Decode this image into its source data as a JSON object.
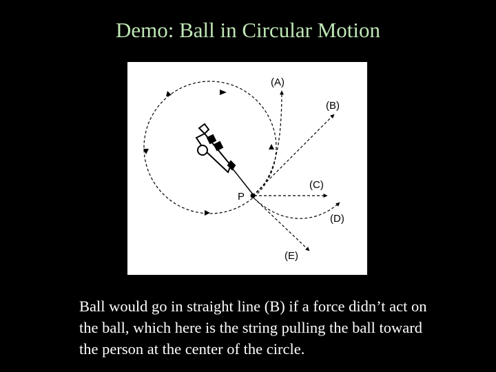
{
  "slide": {
    "title": "Demo: Ball in Circular Motion",
    "caption_lines": [
      "Ball would go in straight line (B) if a force didn’t act on",
      "the ball, which here is the string pulling the ball toward",
      "the person at the center of the circle."
    ]
  },
  "figure": {
    "labels": {
      "a": "(A)",
      "b": "(B)",
      "c": "(C)",
      "d": "(D)",
      "e": "(E)",
      "p": "P"
    }
  },
  "colors": {
    "background": "#000000",
    "title": "#bfe7b5",
    "caption": "#ffffff",
    "figure_background": "#ffffff",
    "figure_ink": "#000000"
  }
}
